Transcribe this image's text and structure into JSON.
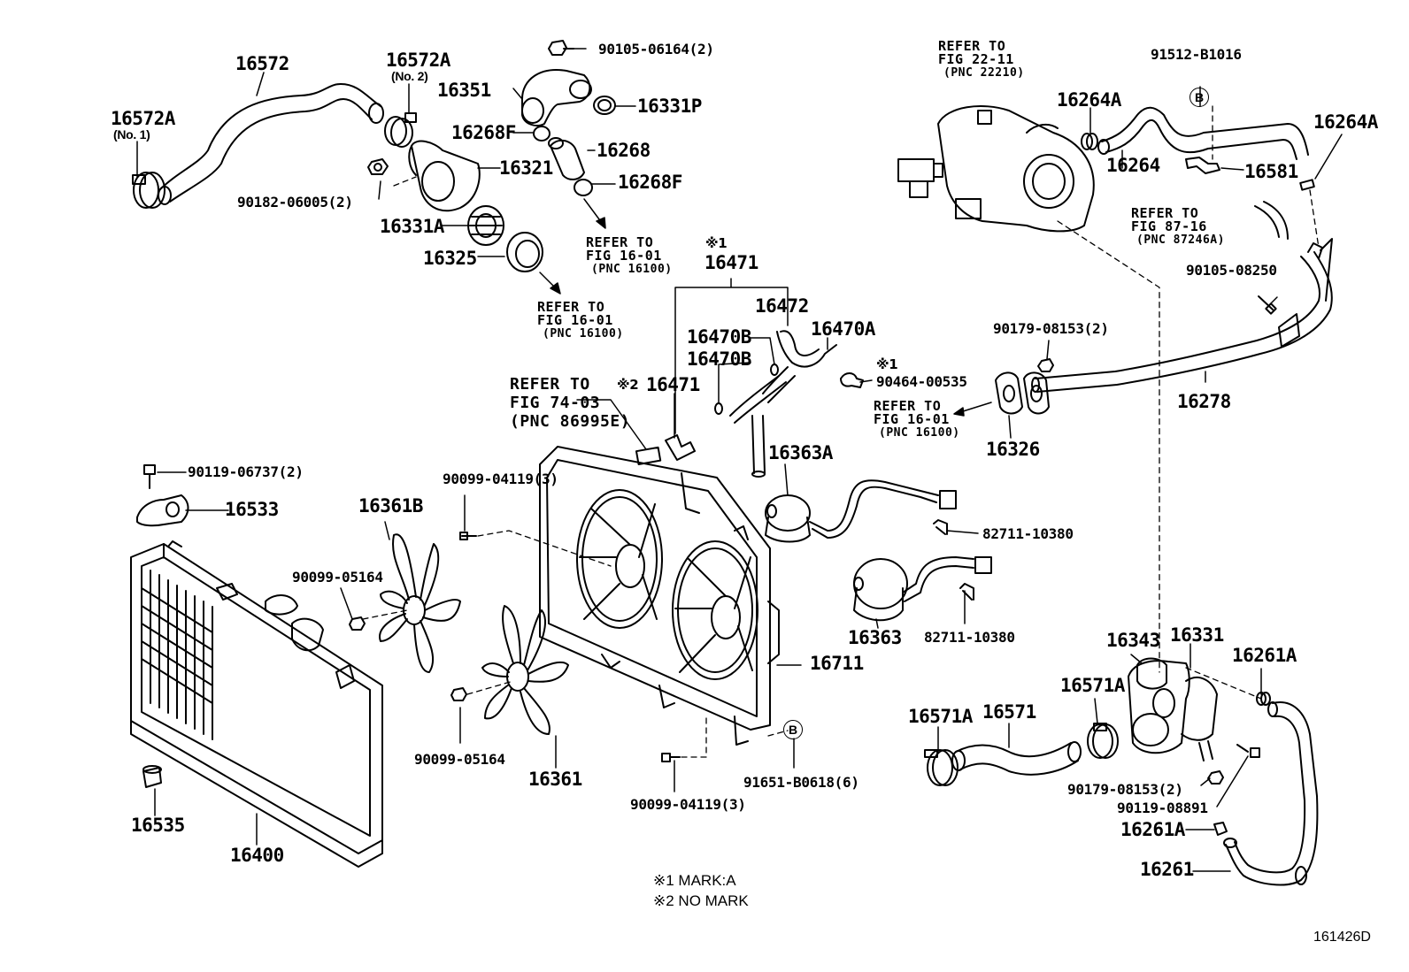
{
  "parts": {
    "p16572": "16572",
    "p16572A_no1": "16572A",
    "p16572A_no1_sub": "(No. 1)",
    "p16572A_no2": "16572A",
    "p16572A_no2_sub": "(No. 2)",
    "p16351": "16351",
    "p90105_06164": "90105-06164(2)",
    "p16331P": "16331P",
    "p16268F_a": "16268F",
    "p16268": "16268",
    "p16268F_b": "16268F",
    "p16321": "16321",
    "p90182_06005": "90182-06005(2)",
    "p16331A": "16331A",
    "p16325": "16325",
    "p16264A_a": "16264A",
    "p16264": "16264",
    "p91512_B1016": "91512-B1016",
    "p16264A_b": "16264A",
    "p16581": "16581",
    "p90105_08250": "90105-08250",
    "p90179_08153_a": "90179-08153(2)",
    "p16278": "16278",
    "p16326": "16326",
    "p16471_top": "16471",
    "p16472": "16472",
    "p16470A": "16470A",
    "p16470B_a": "16470B",
    "p16470B_b": "16470B",
    "p90464_00535": "90464-00535",
    "p16471_mid": "16471",
    "p16363A": "16363A",
    "p82711_10380_a": "82711-10380",
    "p82711_10380_b": "82711-10380",
    "p16363": "16363",
    "p90119_06737": "90119-06737(2)",
    "p16533": "16533",
    "p90099_04119_a": "90099-04119(3)",
    "p16361B": "16361B",
    "p90099_05164_a": "90099-05164",
    "p90099_05164_b": "90099-05164",
    "p16361": "16361",
    "p16711": "16711",
    "p91651_B0618": "91651-B0618(6)",
    "p90099_04119_b": "90099-04119(3)",
    "p16535": "16535",
    "p16400": "16400",
    "p16343": "16343",
    "p16331": "16331",
    "p16261A_a": "16261A",
    "p16571A_a": "16571A",
    "p16571A_b": "16571A",
    "p16571": "16571",
    "p90179_08153_b": "90179-08153(2)",
    "p90119_08891": "90119-08891",
    "p16261A_b": "16261A",
    "p16261": "16261"
  },
  "marks": {
    "mark1": "※1",
    "mark1b": "※1",
    "mark2": "※2",
    "b_top": "B",
    "b_bottom": "B"
  },
  "references": {
    "ref_22_11": [
      "REFER TO",
      "FIG 22-11",
      "(PNC 22210)"
    ],
    "ref_16_01_a": [
      "REFER TO",
      "FIG 16-01",
      "(PNC 16100)"
    ],
    "ref_16_01_b": [
      "REFER TO",
      "FIG 16-01",
      "(PNC 16100)"
    ],
    "ref_16_01_c": [
      "REFER TO",
      "FIG 16-01",
      "(PNC 16100)"
    ],
    "ref_87_16": [
      "REFER TO",
      "FIG 87-16",
      "(PNC 87246A)"
    ],
    "ref_74_03": [
      "REFER TO",
      "FIG 74-03",
      "(PNC 86995E)"
    ]
  },
  "notes": {
    "note1": "※1 MARK:A",
    "note2": "※2 NO MARK"
  },
  "figure_id": "161426D"
}
